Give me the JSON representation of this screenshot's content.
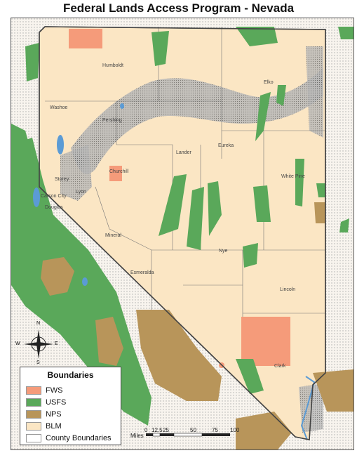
{
  "title": "Federal Lands Access Program - Nevada",
  "colors": {
    "fws": "#f59b7a",
    "usfs": "#5aa85a",
    "nps": "#b8955a",
    "blm": "#fbe6c4",
    "county": "#ffffff",
    "water": "#5b9bd5",
    "private": "#9a9a9a"
  },
  "counties": [
    "Humboldt",
    "Elko",
    "Washoe",
    "Pershing",
    "Churchill",
    "Lander",
    "Eureka",
    "White Pine",
    "Storey",
    "Carson City",
    "Douglas",
    "Lyon",
    "Mineral",
    "Nye",
    "Esmeralda",
    "Lincoln",
    "Clark"
  ],
  "compass": {
    "n": "N",
    "s": "S",
    "e": "E",
    "w": "W"
  },
  "legend": {
    "title": "Boundaries",
    "items": [
      {
        "label": "FWS",
        "color_key": "fws"
      },
      {
        "label": "USFS",
        "color_key": "usfs"
      },
      {
        "label": "NPS",
        "color_key": "nps"
      },
      {
        "label": "BLM",
        "color_key": "blm"
      },
      {
        "label": "County Boundaries",
        "color_key": "county"
      }
    ]
  },
  "scale": {
    "unit": "Miles",
    "ticks": [
      "0",
      "12.5",
      "25",
      "50",
      "75",
      "100"
    ]
  }
}
